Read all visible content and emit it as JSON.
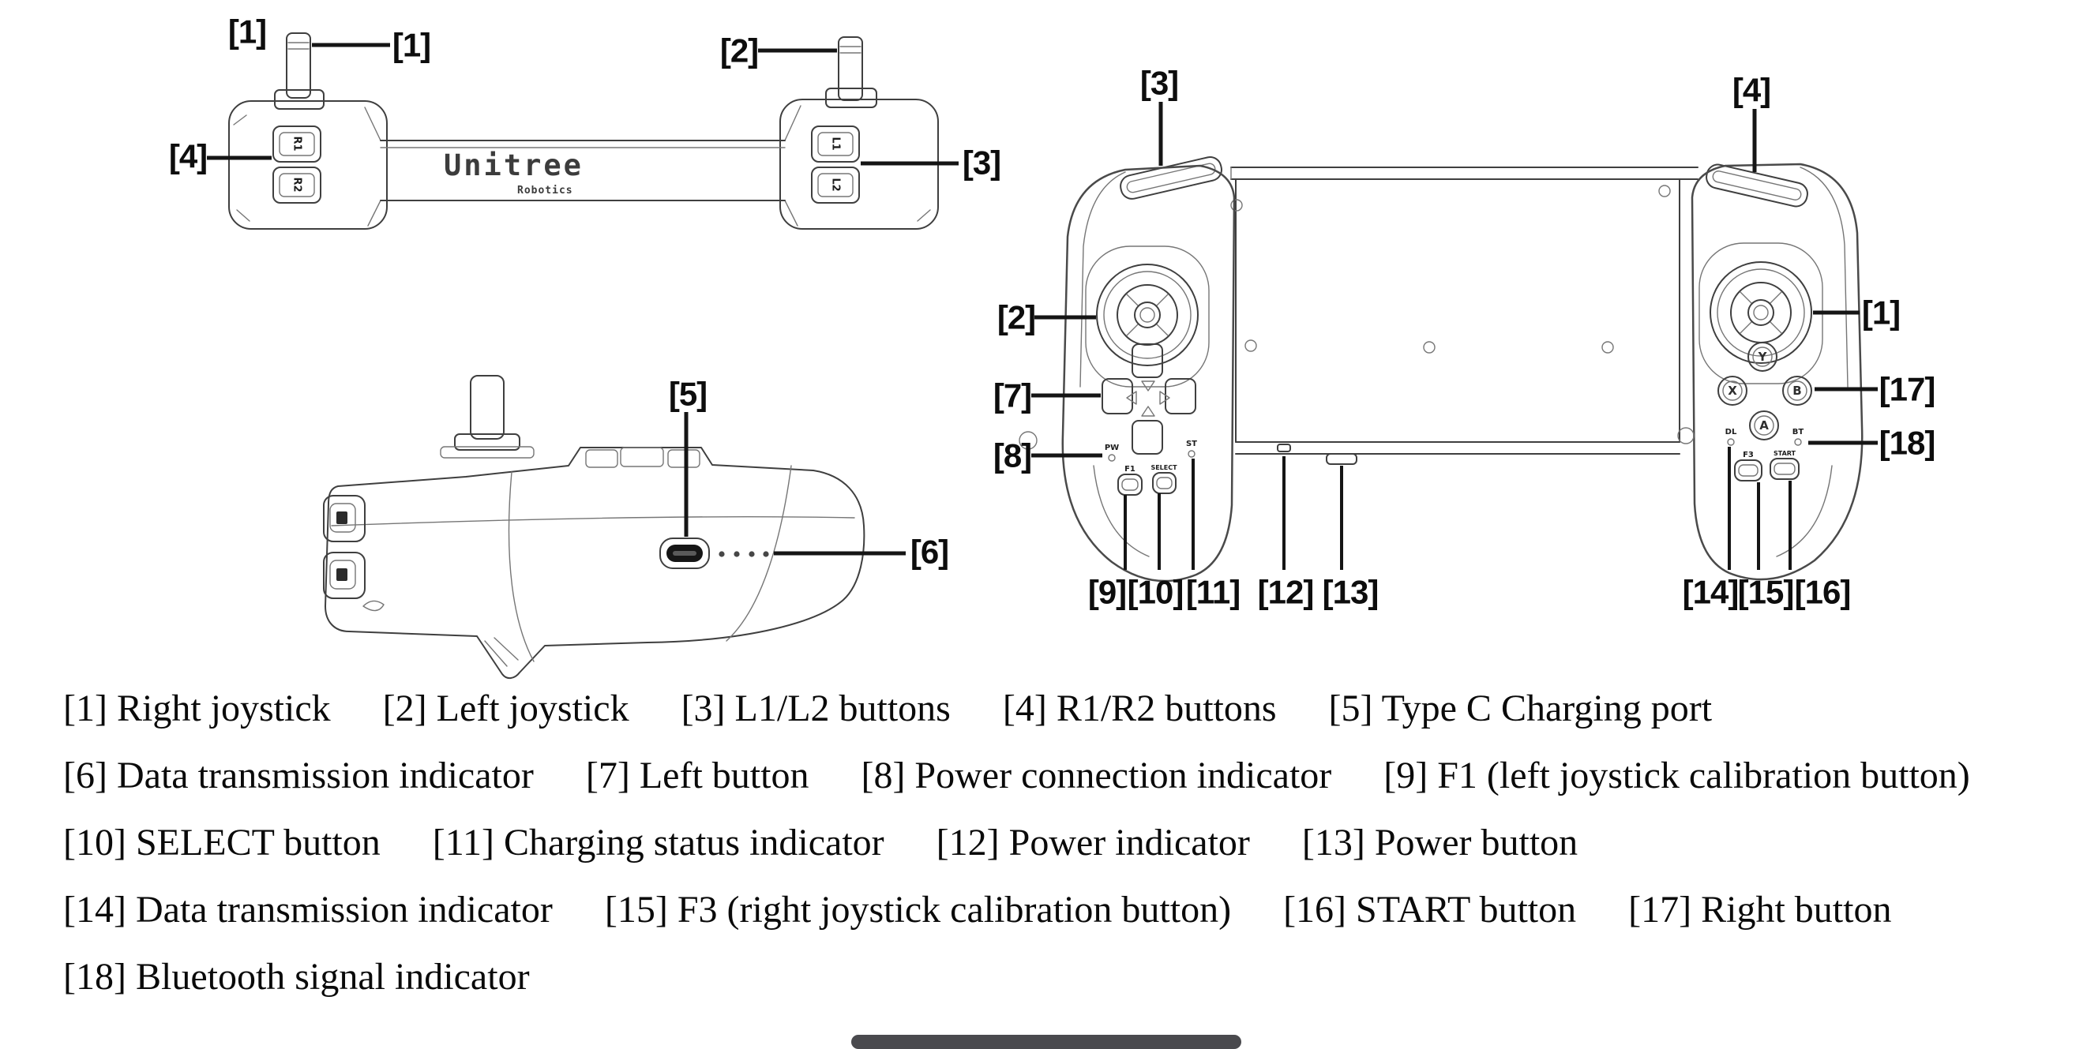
{
  "brand": {
    "name": "Unitree",
    "sub": "Robotics"
  },
  "views": {
    "top": {
      "callouts": {
        "c1a": "[1]",
        "c1b": "[1]",
        "c2": "[2]",
        "c3": "[3]",
        "c4": "[4]"
      },
      "buttons": {
        "r1": "R1",
        "r2": "R2",
        "l1": "L1",
        "l2": "L2"
      }
    },
    "side": {
      "callouts": {
        "c5": "[5]",
        "c6": "[6]"
      }
    },
    "front": {
      "callouts": {
        "c1": "[1]",
        "c2": "[2]",
        "c3": "[3]",
        "c4": "[4]",
        "c7": "[7]",
        "c8": "[8]",
        "c9": "[9]",
        "c10": "[10]",
        "c11": "[11]",
        "c12": "[12]",
        "c13": "[13]",
        "c14": "[14]",
        "c15": "[15]",
        "c16": "[16]",
        "c17": "[17]",
        "c18": "[18]"
      },
      "buttons": {
        "y": "Y",
        "x": "X",
        "b": "B",
        "a": "A",
        "f1": "F1",
        "select": "SELECT",
        "f3": "F3",
        "start": "START"
      },
      "indicators": {
        "power": "PW",
        "charging": "ST",
        "data": "DL",
        "bluetooth": "BT"
      }
    }
  },
  "legend": {
    "lines": [
      [
        {
          "tag": "[1]",
          "text": "Right joystick"
        },
        {
          "tag": "[2]",
          "text": "Left joystick"
        },
        {
          "tag": "[3]",
          "text": "L1/L2 buttons"
        },
        {
          "tag": "[4]",
          "text": "R1/R2 buttons"
        },
        {
          "tag": "[5]",
          "text": "Type C Charging port"
        }
      ],
      [
        {
          "tag": "[6]",
          "text": "Data transmission indicator"
        },
        {
          "tag": "[7]",
          "text": "Left button"
        },
        {
          "tag": "[8]",
          "text": "Power connection indicator"
        },
        {
          "tag": "[9]",
          "text": "F1 (left joystick calibration button)"
        }
      ],
      [
        {
          "tag": "[10]",
          "text": "SELECT button"
        },
        {
          "tag": "[11]",
          "text": "Charging status indicator"
        },
        {
          "tag": "[12]",
          "text": "Power indicator"
        },
        {
          "tag": "[13]",
          "text": "Power button"
        }
      ],
      [
        {
          "tag": "[14]",
          "text": "Data transmission indicator"
        },
        {
          "tag": "[15]",
          "text": "F3 (right joystick calibration button)"
        },
        {
          "tag": "[16]",
          "text": "START button"
        },
        {
          "tag": "[17]",
          "text": "Right button"
        }
      ],
      [
        {
          "tag": "[18]",
          "text": "Bluetooth signal indicator"
        }
      ]
    ]
  }
}
